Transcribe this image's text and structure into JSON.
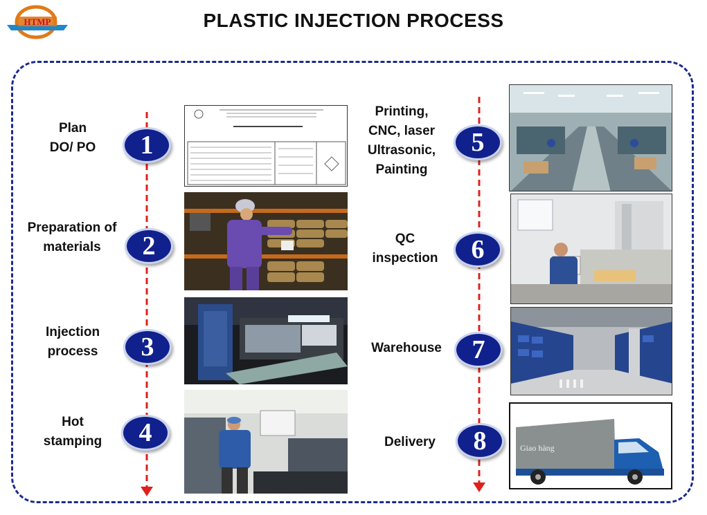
{
  "header": {
    "title": "PLASTIC  INJECTION  PROCESS",
    "logo_text": "HTMP"
  },
  "steps": [
    {
      "number": "1",
      "label": "Plan\nDO/ PO"
    },
    {
      "number": "2",
      "label": "Preparation of\nmaterials"
    },
    {
      "number": "3",
      "label": "Injection\nprocess"
    },
    {
      "number": "4",
      "label": "Hot\nstamping"
    },
    {
      "number": "5",
      "label": "Printing,\nCNC, laser\nUltrasonic,\nPainting"
    },
    {
      "number": "6",
      "label": "QC\ninspection"
    },
    {
      "number": "7",
      "label": "Warehouse"
    },
    {
      "number": "8",
      "label": "Delivery"
    }
  ],
  "colors": {
    "circle": "#10208c",
    "arrow": "#e0201c",
    "frame": "#1b2a8f"
  },
  "truck_text": "Giao hàng"
}
